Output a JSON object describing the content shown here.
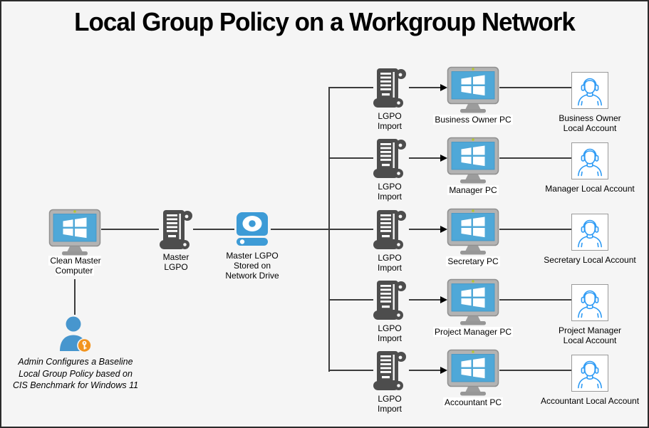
{
  "title": "Local Group Policy on a Workgroup Network",
  "master_flow": {
    "computer_label": "Clean Master\nComputer",
    "master_lgpo_label": "Master\nLGPO",
    "network_drive_label": "Master LGPO\nStored on\nNetwork Drive"
  },
  "shared": {
    "lgpo_import_label": "LGPO\nImport"
  },
  "rows": [
    {
      "pc_label": "Business Owner PC",
      "account_label": "Business Owner\nLocal Account"
    },
    {
      "pc_label": "Manager PC",
      "account_label": "Manager Local Account"
    },
    {
      "pc_label": "Secretary PC",
      "account_label": "Secretary Local Account"
    },
    {
      "pc_label": "Project Manager PC",
      "account_label": "Project Manager\nLocal Account"
    },
    {
      "pc_label": "Accountant PC",
      "account_label": "Accountant Local Account"
    }
  ],
  "admin": {
    "caption": "Admin Configures a Baseline\nLocal Group Policy based on\nCIS Benchmark for Windows 11"
  },
  "icons": {
    "monitor": "windows-pc-icon",
    "scroll": "policy-scroll-icon",
    "drive": "network-drive-icon",
    "account": "user-outline-icon",
    "admin": "admin-user-key-icon"
  },
  "colors": {
    "background": "#f5f5f5",
    "connector": "#3c3c3c",
    "scroll_gray": "#4d4d4d",
    "drive_blue": "#3d9bd6",
    "screen_blue": "#4fa8d8",
    "monitor_frame": "#b3b3b3",
    "account_outline_blue": "#2e9bf5",
    "admin_blue": "#4796ce",
    "badge_orange": "#f2941f"
  }
}
